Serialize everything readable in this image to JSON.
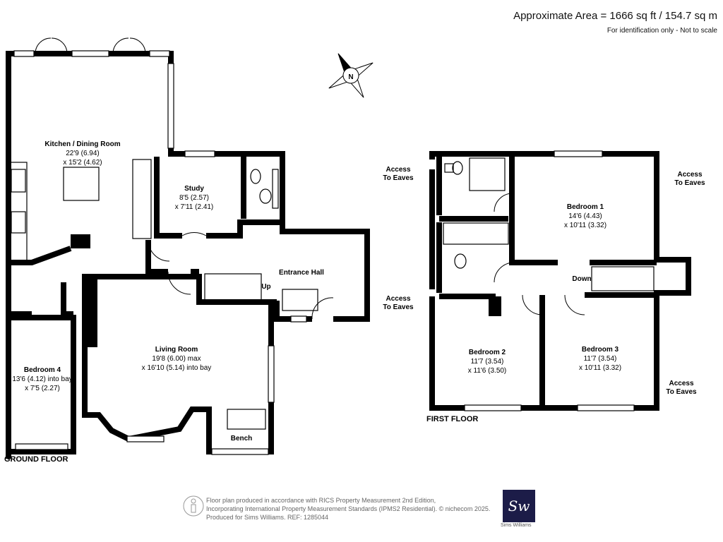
{
  "header": {
    "area": "Approximate Area = 1666 sq ft / 154.7 sq m",
    "note": "For identification only - Not to scale"
  },
  "compass": {
    "label": "N"
  },
  "ground_floor": {
    "label": "GROUND FLOOR",
    "rooms": [
      {
        "name": "Kitchen / Dining Room",
        "dim1": "22'9 (6.94)",
        "dim2": "x 15'2 (4.62)"
      },
      {
        "name": "Study",
        "dim1": "8'5 (2.57)",
        "dim2": "x 7'11 (2.41)"
      },
      {
        "name": "Entrance Hall"
      },
      {
        "name": "Living Room",
        "dim1": "19'8 (6.00) max",
        "dim2": "x 16'10 (5.14) into bay"
      },
      {
        "name": "Bedroom 4",
        "dim1": "13'6 (4.12) into bay",
        "dim2": "x 7'5 (2.27)"
      },
      {
        "name": "Bench"
      }
    ],
    "stairs_label": "Up"
  },
  "first_floor": {
    "label": "FIRST FLOOR",
    "rooms": [
      {
        "name": "Bedroom 1",
        "dim1": "14'6 (4.43)",
        "dim2": "x 10'11 (3.32)"
      },
      {
        "name": "Bedroom 2",
        "dim1": "11'7 (3.54)",
        "dim2": "x 11'6 (3.50)"
      },
      {
        "name": "Bedroom 3",
        "dim1": "11'7 (3.54)",
        "dim2": "x 10'11 (3.32)"
      }
    ],
    "stairs_label": "Down",
    "eaves": [
      {
        "l1": "Access",
        "l2": "To Eaves"
      },
      {
        "l1": "Access",
        "l2": "To Eaves"
      },
      {
        "l1": "Access",
        "l2": "To Eaves"
      },
      {
        "l1": "Access",
        "l2": "To Eaves"
      }
    ]
  },
  "footer": {
    "line1": "Floor plan produced in accordance with RICS Property Measurement 2nd Edition,",
    "line2": "Incorporating International Property Measurement Standards (IPMS2 Residential).   © nichecom 2025.",
    "line3": "Produced for Sims Williams.   REF: 1285044",
    "logo_mark": "Sw",
    "logo_caption": "Sims Williams"
  }
}
